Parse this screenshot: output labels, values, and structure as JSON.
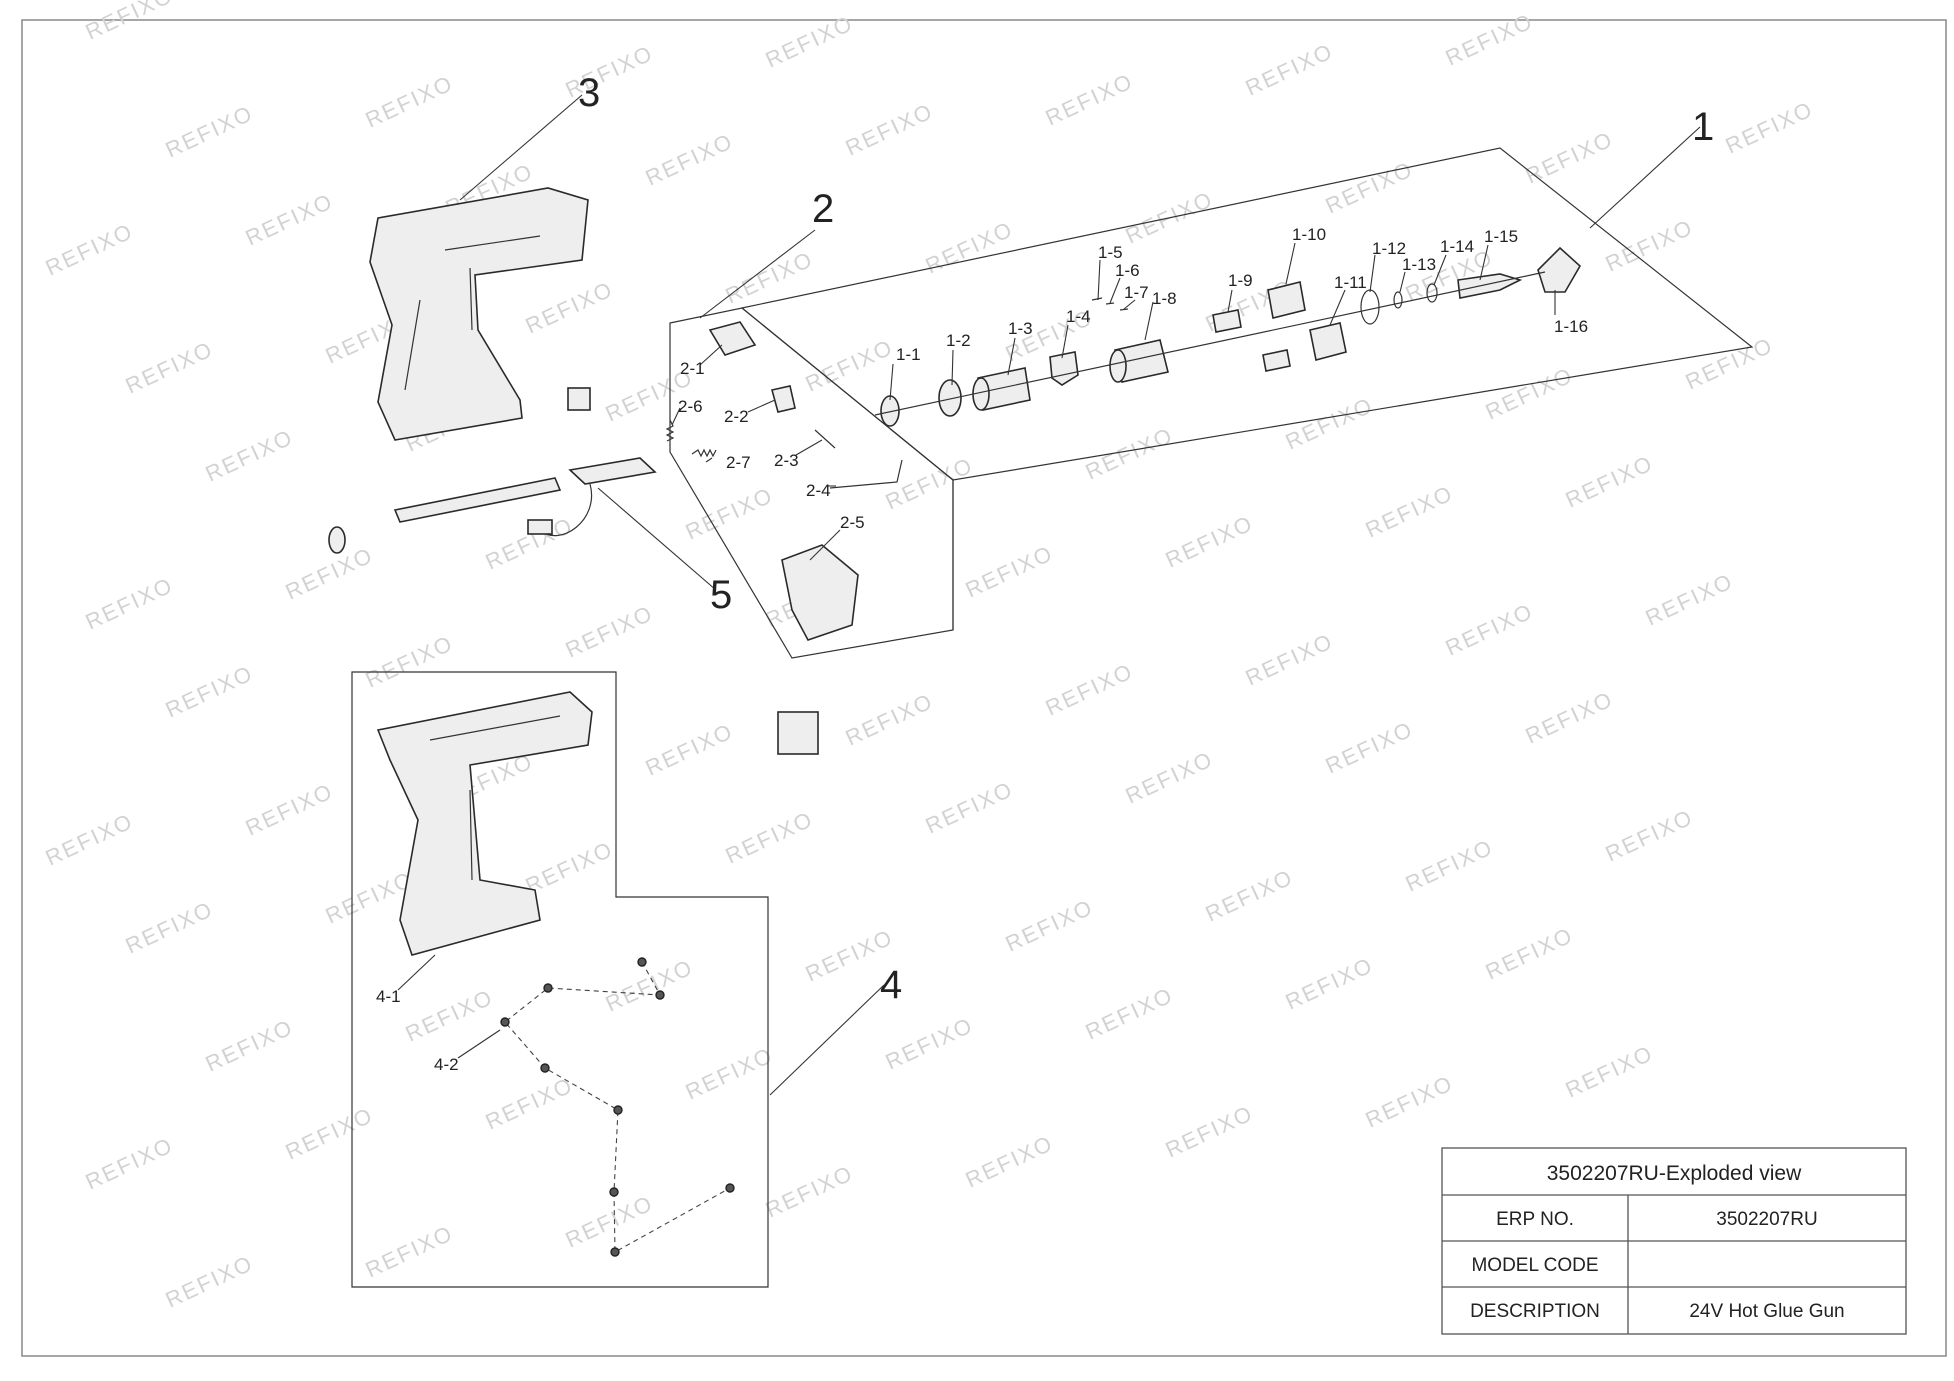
{
  "watermark": "REFIXO",
  "groups": [
    {
      "id": "1",
      "label": "1"
    },
    {
      "id": "2",
      "label": "2"
    },
    {
      "id": "3",
      "label": "3"
    },
    {
      "id": "4",
      "label": "4"
    },
    {
      "id": "5",
      "label": "5"
    }
  ],
  "parts": {
    "p1_1": "1-1",
    "p1_2": "1-2",
    "p1_3": "1-3",
    "p1_4": "1-4",
    "p1_5": "1-5",
    "p1_6": "1-6",
    "p1_7": "1-7",
    "p1_8": "1-8",
    "p1_9": "1-9",
    "p1_10": "1-10",
    "p1_11": "1-11",
    "p1_12": "1-12",
    "p1_13": "1-13",
    "p1_14": "1-14",
    "p1_15": "1-15",
    "p1_16": "1-16",
    "p2_1": "2-1",
    "p2_2": "2-2",
    "p2_3": "2-3",
    "p2_4": "2-4",
    "p2_5": "2-5",
    "p2_6": "2-6",
    "p2_7": "2-7",
    "p4_1": "4-1",
    "p4_2": "4-2"
  },
  "title_block": {
    "title": "3502207RU-Exploded view",
    "rows": [
      {
        "key": "ERP NO.",
        "value": "3502207RU"
      },
      {
        "key": "MODEL CODE",
        "value": ""
      },
      {
        "key": "DESCRIPTION",
        "value": "24V Hot Glue Gun"
      }
    ]
  }
}
